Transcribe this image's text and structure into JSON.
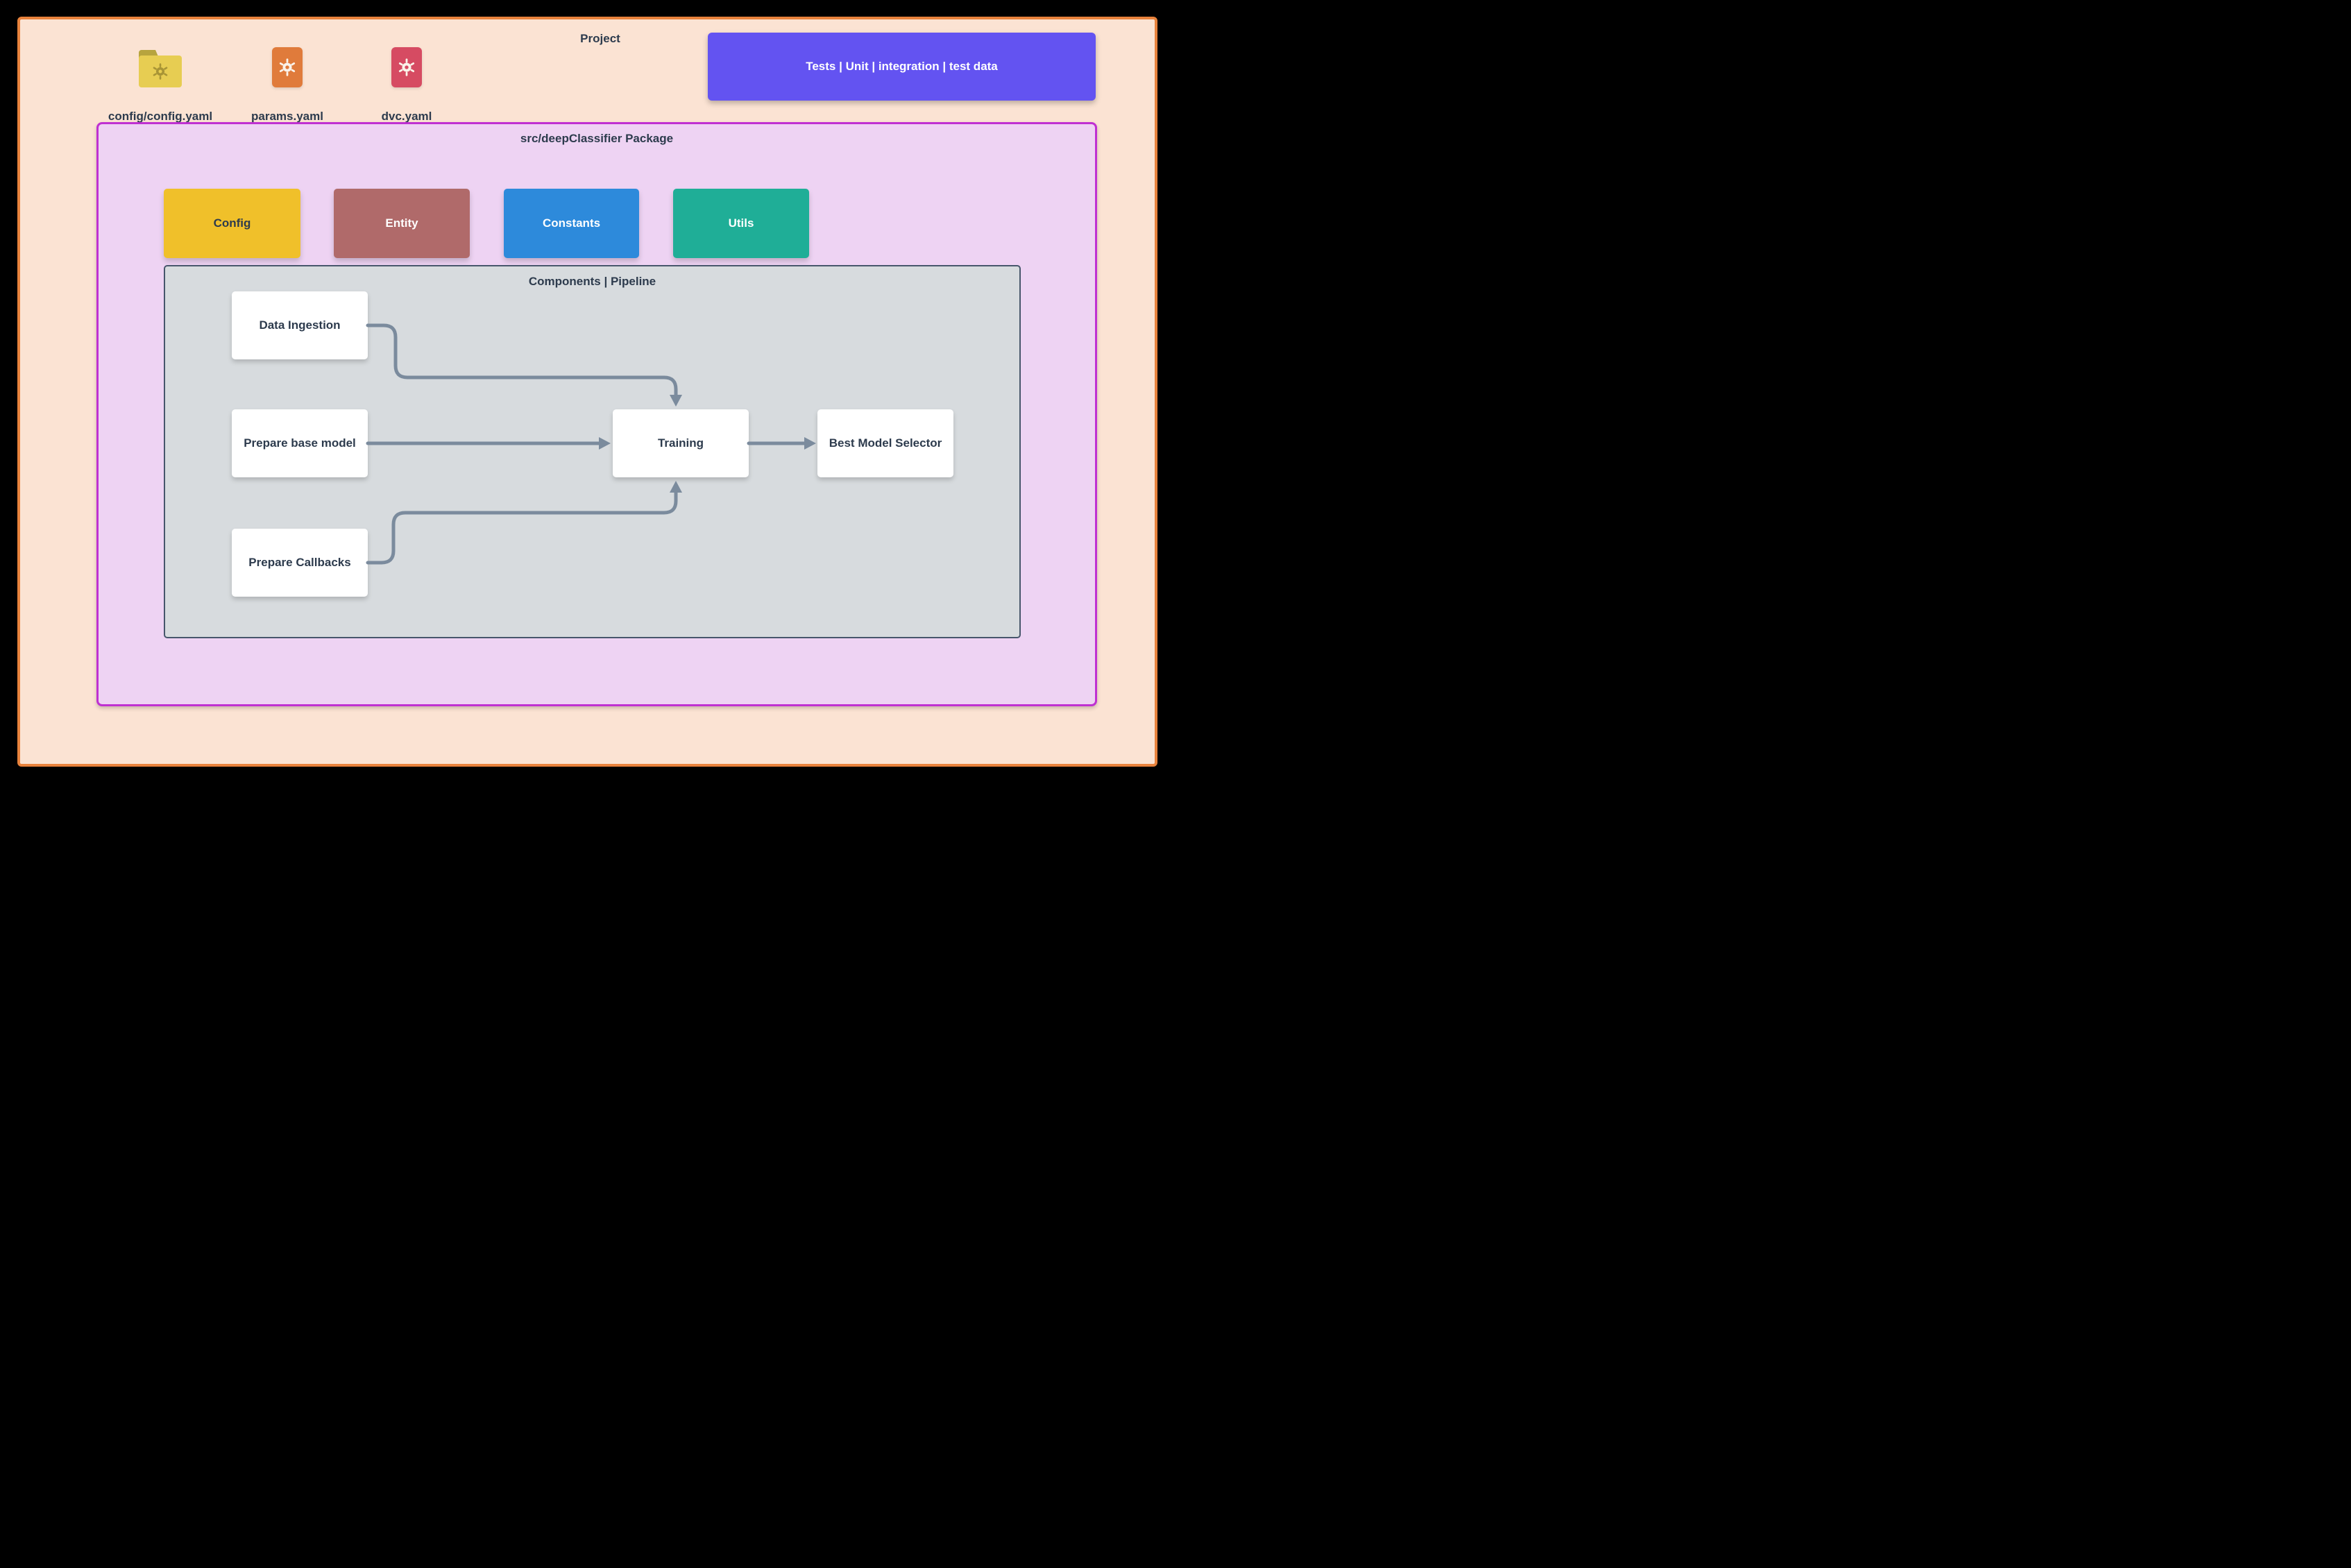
{
  "page": {
    "background": "#000000",
    "canvas_bg": "#fbe3d3",
    "canvas_border": "#e8823c",
    "text_color": "#2d3b4d"
  },
  "header": {
    "project_title": "Project",
    "tests_button": {
      "label": "Tests | Unit | integration | test data",
      "bg": "#6353f1"
    }
  },
  "files": [
    {
      "label": "config/config.yaml",
      "icon": "folder-gear-icon",
      "folder_body": "#e7cd52",
      "folder_tab": "#b7a43e",
      "gear": "#a89435"
    },
    {
      "label": "params.yaml",
      "icon": "file-gear-icon",
      "bg": "#e07b3b",
      "gear": "#faf3ea"
    },
    {
      "label": "dvc.yaml",
      "icon": "file-gear-icon",
      "bg": "#d64b62",
      "gear": "#faf3ea"
    }
  ],
  "package": {
    "title": "src/deepClassifier Package",
    "bg": "#eed3f3",
    "border": "#bf30d1",
    "modules": [
      {
        "label": "Config",
        "bg": "#f0c02a",
        "text": "#2d3b4d"
      },
      {
        "label": "Entity",
        "bg": "#b06a6a",
        "text": "#ffffff"
      },
      {
        "label": "Constants",
        "bg": "#2d8adb",
        "text": "#ffffff"
      },
      {
        "label": "Utils",
        "bg": "#1fae97",
        "text": "#ffffff"
      }
    ]
  },
  "pipeline": {
    "title": "Components | Pipeline",
    "bg": "#d7dbde",
    "border": "#47566b",
    "arrow_color": "#7b8b9d",
    "nodes": [
      {
        "label": "Data Ingestion"
      },
      {
        "label": "Prepare base model"
      },
      {
        "label": "Prepare Callbacks"
      },
      {
        "label": "Training"
      },
      {
        "label": "Best Model Selector"
      }
    ],
    "edges": [
      {
        "from": "Data Ingestion",
        "to": "Training"
      },
      {
        "from": "Prepare base model",
        "to": "Training"
      },
      {
        "from": "Prepare Callbacks",
        "to": "Training"
      },
      {
        "from": "Training",
        "to": "Best Model Selector"
      }
    ]
  }
}
